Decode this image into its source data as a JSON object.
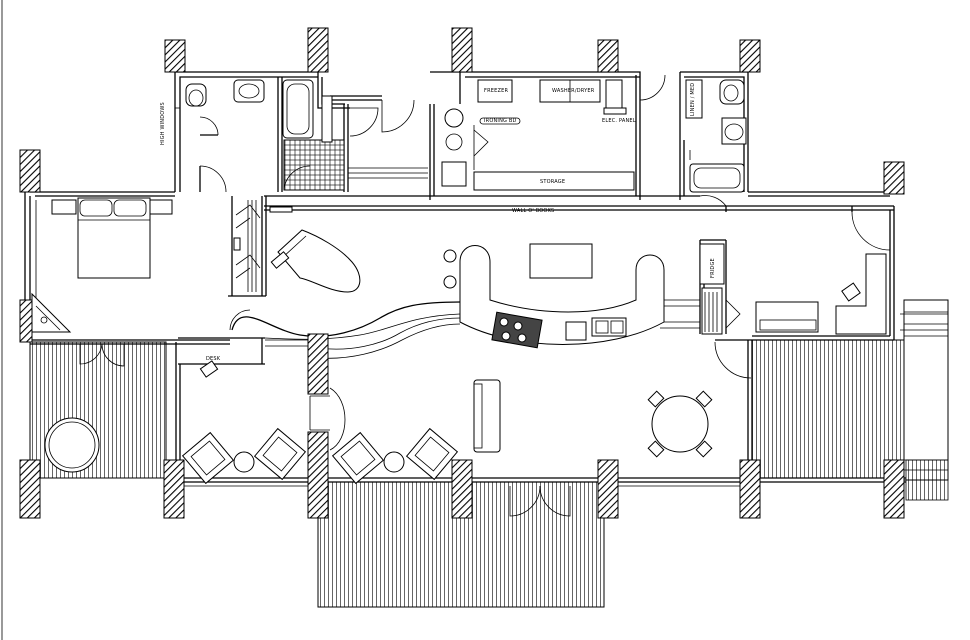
{
  "labels": {
    "high_windows": "HIGH WINDOWS",
    "freezer": "FREEZER",
    "washer_dryer": "WASHER/DRYER",
    "ironing": "IRONING BD",
    "elec_panel": "ELEC. PANEL",
    "storage": "STORAGE",
    "wall_o_books": "WALL O' BOOKS",
    "linen": "LINEN / MED",
    "fridge": "FRIDGE",
    "desk": "DESK"
  }
}
